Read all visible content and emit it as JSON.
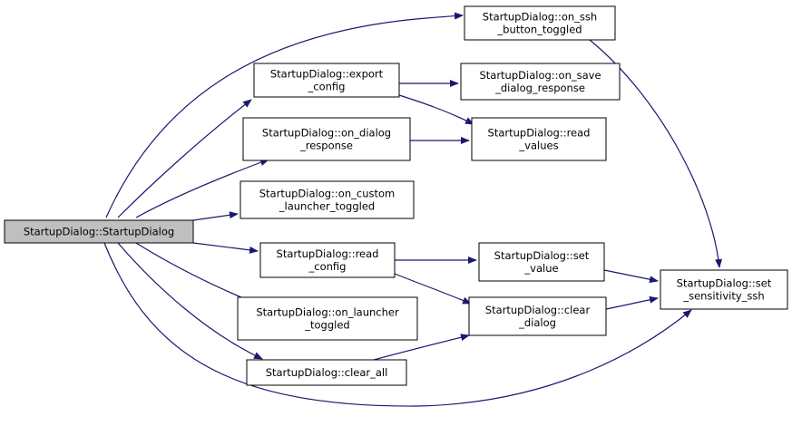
{
  "colors": {
    "edge": "#191970",
    "node_border": "#000000",
    "node_fill": "#ffffff",
    "root_fill": "#bfbfbf"
  },
  "nodes": [
    {
      "id": "n0",
      "lines": [
        "StartupDialog::StartupDialog"
      ],
      "root": true
    },
    {
      "id": "n1",
      "lines": [
        "StartupDialog::on_ssh",
        "_button_toggled"
      ]
    },
    {
      "id": "n2",
      "lines": [
        "StartupDialog::export",
        "_config"
      ]
    },
    {
      "id": "n3",
      "lines": [
        "StartupDialog::on_save",
        "_dialog_response"
      ]
    },
    {
      "id": "n4",
      "lines": [
        "StartupDialog::on_dialog",
        "_response"
      ]
    },
    {
      "id": "n5",
      "lines": [
        "StartupDialog::read",
        "_values"
      ]
    },
    {
      "id": "n6",
      "lines": [
        "StartupDialog::on_custom",
        "_launcher_toggled"
      ]
    },
    {
      "id": "n7",
      "lines": [
        "StartupDialog::read",
        "_config"
      ]
    },
    {
      "id": "n8",
      "lines": [
        "StartupDialog::set",
        "_value"
      ]
    },
    {
      "id": "n9",
      "lines": [
        "StartupDialog::set",
        "_sensitivity_ssh"
      ]
    },
    {
      "id": "n10",
      "lines": [
        "StartupDialog::on_launcher",
        "_toggled"
      ]
    },
    {
      "id": "n11",
      "lines": [
        "StartupDialog::clear",
        "_dialog"
      ]
    },
    {
      "id": "n12",
      "lines": [
        "StartupDialog::clear_all"
      ]
    }
  ],
  "edges": [
    {
      "from": "n0",
      "to": "n1"
    },
    {
      "from": "n0",
      "to": "n2"
    },
    {
      "from": "n0",
      "to": "n4"
    },
    {
      "from": "n0",
      "to": "n6"
    },
    {
      "from": "n0",
      "to": "n7"
    },
    {
      "from": "n0",
      "to": "n10"
    },
    {
      "from": "n0",
      "to": "n12"
    },
    {
      "from": "n0",
      "to": "n9"
    },
    {
      "from": "n1",
      "to": "n9"
    },
    {
      "from": "n2",
      "to": "n3"
    },
    {
      "from": "n2",
      "to": "n5"
    },
    {
      "from": "n4",
      "to": "n5"
    },
    {
      "from": "n7",
      "to": "n8"
    },
    {
      "from": "n7",
      "to": "n11"
    },
    {
      "from": "n8",
      "to": "n9"
    },
    {
      "from": "n11",
      "to": "n9"
    },
    {
      "from": "n12",
      "to": "n11"
    }
  ]
}
